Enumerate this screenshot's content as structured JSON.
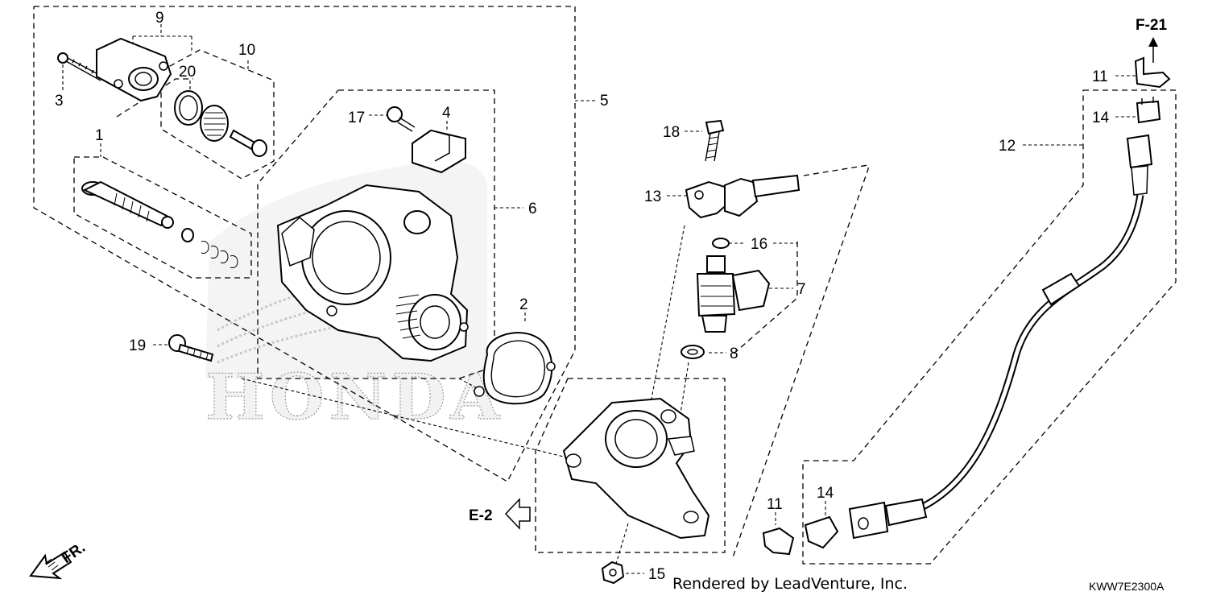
{
  "callouts": {
    "c1": "1",
    "c2": "2",
    "c3": "3",
    "c4": "4",
    "c5": "5",
    "c6": "6",
    "c7": "7",
    "c8": "8",
    "c9": "9",
    "c10": "10",
    "c11a": "11",
    "c11b": "11",
    "c12": "12",
    "c13": "13",
    "c14a": "14",
    "c14b": "14",
    "c15": "15",
    "c16": "16",
    "c17": "17",
    "c18": "18",
    "c19": "19",
    "c20": "20"
  },
  "references": {
    "f21": "F-21",
    "e2": "E-2"
  },
  "front_label": "FR.",
  "watermark": "HONDA",
  "credit": "Rendered by LeadVenture, Inc.",
  "diagram_code": "KWW7E2300A",
  "icons": [
    "arrow-up-icon",
    "arrow-left-outline-icon",
    "front-direction-arrow-icon",
    "honda-wing-logo"
  ]
}
